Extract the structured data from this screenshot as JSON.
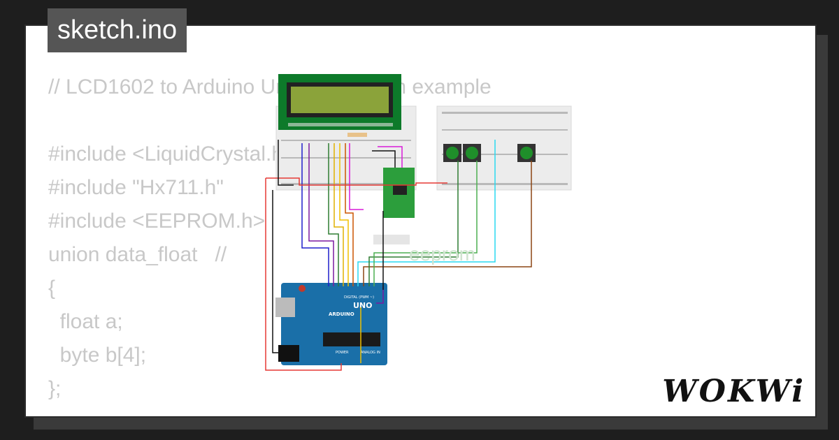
{
  "tab": {
    "filename": "sketch.ino"
  },
  "code": {
    "lines": [
      "// LCD1602 to Arduino Uno connection example",
      "",
      "#include <LiquidCrystal.h>",
      "#include \"Hx711.h\"",
      "#include <EEPROM.h>",
      "union data_float   //",
      "{",
      "  float a;",
      "  byte b[4];",
      "};"
    ]
  },
  "overlay": {
    "eeprom_label": "eeprom"
  },
  "arduino": {
    "brand": "ARDUINO",
    "model": "UNO",
    "digital_label": "DIGITAL (PWM ~)",
    "power_label": "POWER",
    "analog_label": "ANALOG IN"
  },
  "brand": {
    "logo": "WOKWi"
  },
  "colors": {
    "lcd_green": "#0d7a2a",
    "lcd_screen": "#8ba33a",
    "arduino_blue": "#1a6fa8",
    "hx711_green": "#2c9e3c"
  }
}
